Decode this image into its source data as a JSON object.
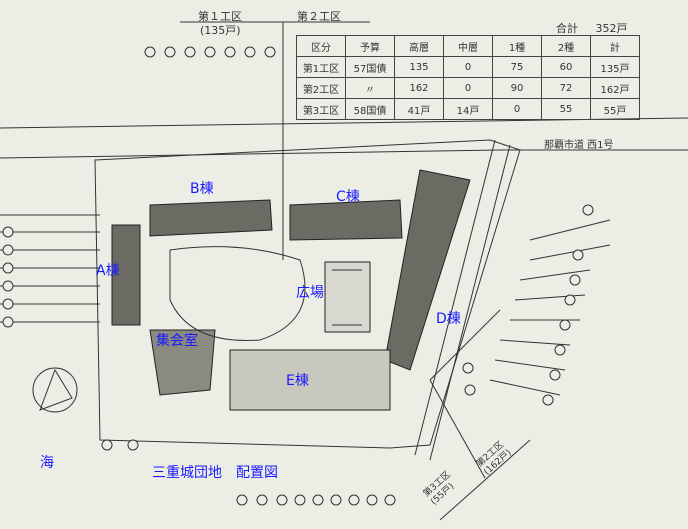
{
  "header": {
    "district1": "第１工区",
    "district1_units": "(135戸)",
    "district2": "第２工区"
  },
  "summary": {
    "total_label": "合計",
    "total_value": "352戸",
    "columns": [
      "区分",
      "予算",
      "高層",
      "中層",
      "1種",
      "2種",
      "計"
    ],
    "rows": [
      [
        "第1工区",
        "57国債",
        "135",
        "0",
        "75",
        "60",
        "135戸"
      ],
      [
        "第2工区",
        "〃",
        "162",
        "0",
        "90",
        "72",
        "162戸"
      ],
      [
        "第3工区",
        "58国債",
        "41戸",
        "14戸",
        "0",
        "55",
        "55戸"
      ]
    ]
  },
  "road_label": "那覇市道 西1号",
  "bottom": {
    "district3": "第3工区",
    "district3_units": "(55戸)",
    "district2": "第2工区",
    "district2_units": "(162戸)"
  },
  "labels": {
    "building_a": "A棟",
    "building_b": "B棟",
    "building_c": "C棟",
    "building_d": "D棟",
    "building_e": "E棟",
    "plaza": "広場",
    "meeting_room": "集会室",
    "sea": "海",
    "title": "三重城団地　配置図"
  },
  "colors": {
    "label": "#1a1aff",
    "paper": "#eceee6",
    "ink": "#333333"
  }
}
